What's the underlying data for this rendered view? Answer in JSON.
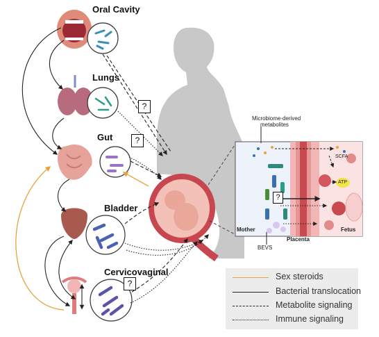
{
  "labels": {
    "oral_cavity": "Oral Cavity",
    "lungs": "Lungs",
    "gut": "Gut",
    "bladder": "Bladder",
    "cervicovaginal": "Cervicovaginal"
  },
  "question_mark": "?",
  "inset": {
    "microbiome_label_line1": "Microbiome-derived",
    "microbiome_label_line2": "metabolites",
    "scfa": "SCFA",
    "atp": "ATP",
    "mother": "Mother",
    "placenta": "Placenta",
    "fetus": "Fetus",
    "bevs": "BEVS"
  },
  "legend": {
    "items": [
      {
        "label": "Sex steroids",
        "color": "#e8a33d",
        "style": "solid"
      },
      {
        "label": "Bacterial translocation",
        "color": "#222222",
        "style": "solid"
      },
      {
        "label": "Metabolite signaling",
        "color": "#222222",
        "style": "dashed"
      },
      {
        "label": "Immune signaling",
        "color": "#222222",
        "style": "dotted"
      }
    ]
  },
  "colors": {
    "silhouette": "#c8c8c8",
    "uterus": "#c7464f",
    "fetus": "#f4c1b8",
    "sex_steroid_arrow": "#e8a33d",
    "mother_bg": "#eef3fb",
    "fetus_bg": "#fbe3e3"
  }
}
